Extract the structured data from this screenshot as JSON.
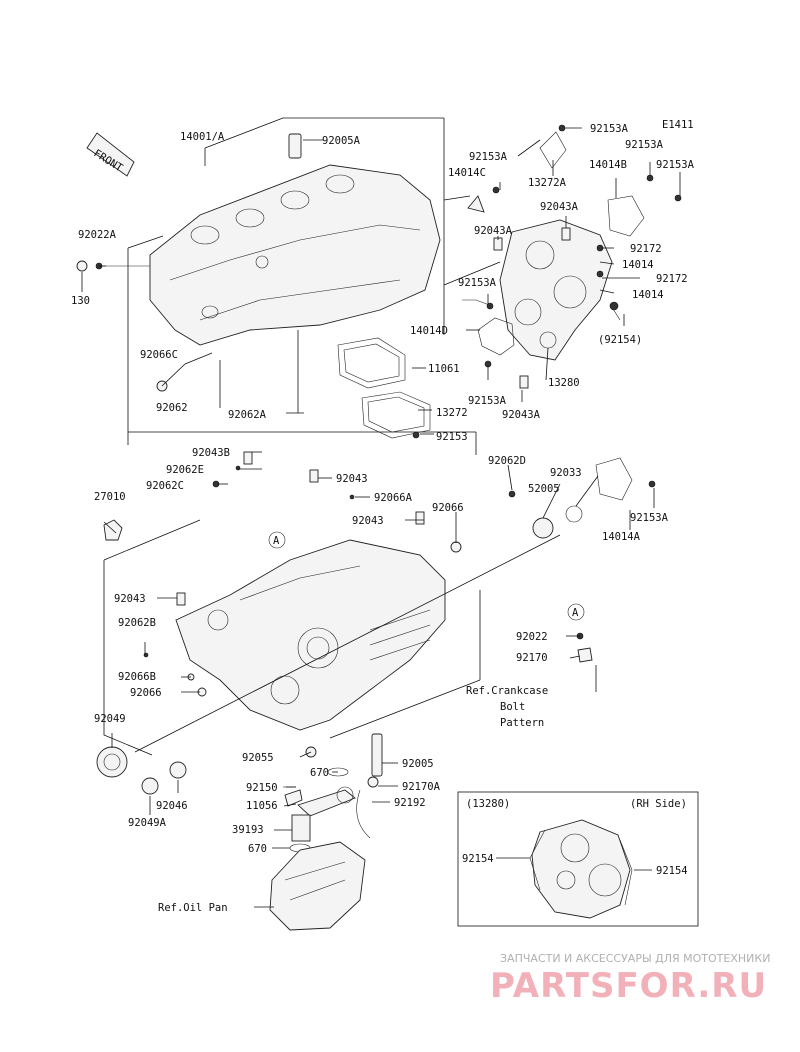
{
  "diagram": {
    "ref_code": "E1411",
    "front_label": "FRONT",
    "callout_symbol": "A",
    "watermark": {
      "tagline": "ЗАПЧАСТИ И АКСЕССУАРЫ ДЛЯ МОТОТЕХНИКИ",
      "logo": "PARTSFOR.RU"
    },
    "inset": {
      "left_title": "(13280)",
      "right_title": "(RH Side)"
    },
    "reference_notes": {
      "crankcase_bolt_line1": "Ref.Crankcase",
      "crankcase_bolt_line2": "Bolt",
      "crankcase_bolt_line3": "Pattern",
      "oil_pan": "Ref.Oil Pan"
    },
    "part_labels": [
      "14001/A",
      "92005A",
      "92022A",
      "130",
      "92066C",
      "92062",
      "92062A",
      "14014C",
      "92153A",
      "13272A",
      "92153A",
      "14014B",
      "92153A",
      "92153A",
      "92043A",
      "92043A",
      "92172",
      "14014",
      "92172",
      "14014",
      "92153A",
      "14014D",
      "(92154)",
      "11061",
      "92153A",
      "13280",
      "92043A",
      "13272",
      "92153",
      "92043B",
      "92062E",
      "92062C",
      "92043",
      "92066A",
      "92043",
      "92066",
      "27010",
      "92062D",
      "92033",
      "52005",
      "92153A",
      "14014A",
      "92043",
      "92062B",
      "92066B",
      "92066",
      "92022",
      "92170",
      "92049",
      "92055",
      "92005",
      "670",
      "92150",
      "92170A",
      "11056",
      "92192",
      "92046",
      "92049A",
      "39193",
      "670",
      "92154",
      "92154"
    ]
  }
}
